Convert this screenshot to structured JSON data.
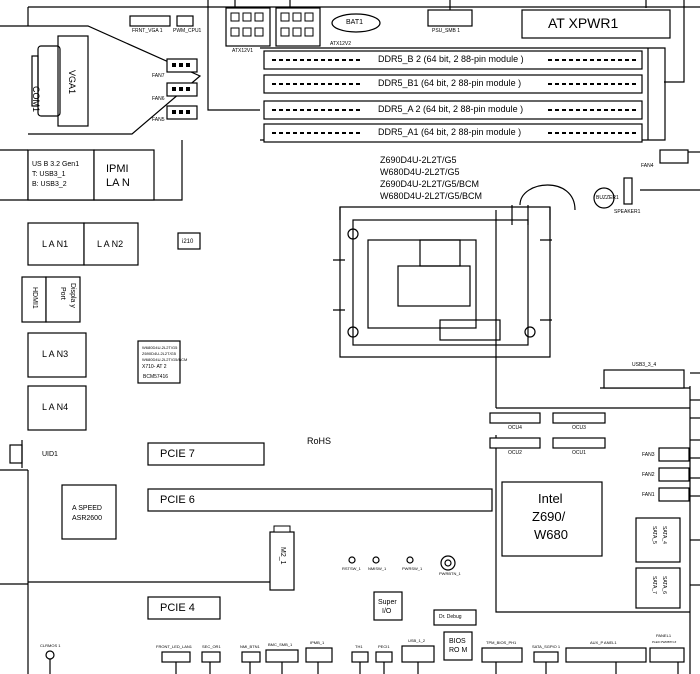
{
  "top": {
    "fpnt_vga": "FRNT_VGA 1",
    "pwm_cpu": "PWM_CPU1",
    "atx12v1": "ATX12V1",
    "atx12v2": "ATX12V2",
    "bat": "BAT1",
    "psu_smb": "PSU_SMB 1",
    "atxpwr": "AT XPWR1"
  },
  "ddr": [
    "DDR5_B 2 (64 bit, 2 88-pin module )",
    "DDR5_B1 (64 bit, 2 88-pin module )",
    "DDR5_A 2 (64 bit, 2 88-pin module )",
    "DDR5_A1 (64 bit, 2 88-pin module )"
  ],
  "models": [
    "Z690D4U-2L2T/G5",
    "W680D4U-2L2T/G5",
    "Z690D4U-2L2T/G5/BCM",
    "W680D4U-2L2T/G5/BCM"
  ],
  "rear": {
    "com": "COM1",
    "vga": "VGA1",
    "usb_title": "US B 3.2 Gen1",
    "usb_t": "T:  USB3_1",
    "usb_b": "B:  USB3_2",
    "ipmi": "IPMI",
    "ipmi2": "LA N",
    "lan1": "L A N1",
    "lan2": "L A N2",
    "hdmi": "HDMI1",
    "dp": "Displa y",
    "dp2": "Port",
    "lan3": "L A N3",
    "lan4": "L A N4",
    "uid": "UID1"
  },
  "fans_left": [
    "FAN7",
    "FAN6",
    "FAN5"
  ],
  "fans_right": [
    "FAN4",
    "FAN3",
    "FAN2",
    "FAN1"
  ],
  "buzzer": "BUZZER1",
  "speaker": "SPEAKER1",
  "i210": "i210",
  "bcm": [
    "W680D4U-2L2T/G5",
    "Z690D4U-2L2T/G5",
    "W680D4U-2L2T/G5/BCM",
    "X710- AT 2"
  ],
  "bcm_name": "BCM57416",
  "rohs": "RoHS",
  "usb34": "USB3_3_4",
  "oculink": [
    "OCU4",
    "OCU3",
    "OCU2",
    "OCU1"
  ],
  "pcie": [
    "PCIE 7",
    "PCIE 6",
    "PCIE 4"
  ],
  "aspeed": [
    "A SPEED",
    "ASR2600"
  ],
  "m2": "M2_1",
  "intel": [
    "Intel",
    "Z690/",
    "W680"
  ],
  "sata": [
    "SATA_5",
    "SATA_4",
    "SATA_7",
    "SATA_6"
  ],
  "leds": [
    "RSTSW_1",
    "NMISW_1",
    "PWRSW_1",
    "PWRBTN_1"
  ],
  "superio": [
    "Super",
    "I/O"
  ],
  "drdebug": "Dr. Debug",
  "biosrom": [
    "BIOS",
    "RO M"
  ],
  "bottom": [
    "CLRMOS 1",
    "FRONT_LED_LAN1",
    "SEC_OR1",
    "NMI_BTN1",
    "BMC_SMB_1",
    "IPMB_1",
    "TH1",
    "PECI1",
    "USB_1_2",
    "TPM_BIOS_PH1",
    "SATA_SGPIO 1",
    "AUX_P ANEL1",
    "PANEL1"
  ],
  "panel_pins": "PLED PWRBTN #"
}
